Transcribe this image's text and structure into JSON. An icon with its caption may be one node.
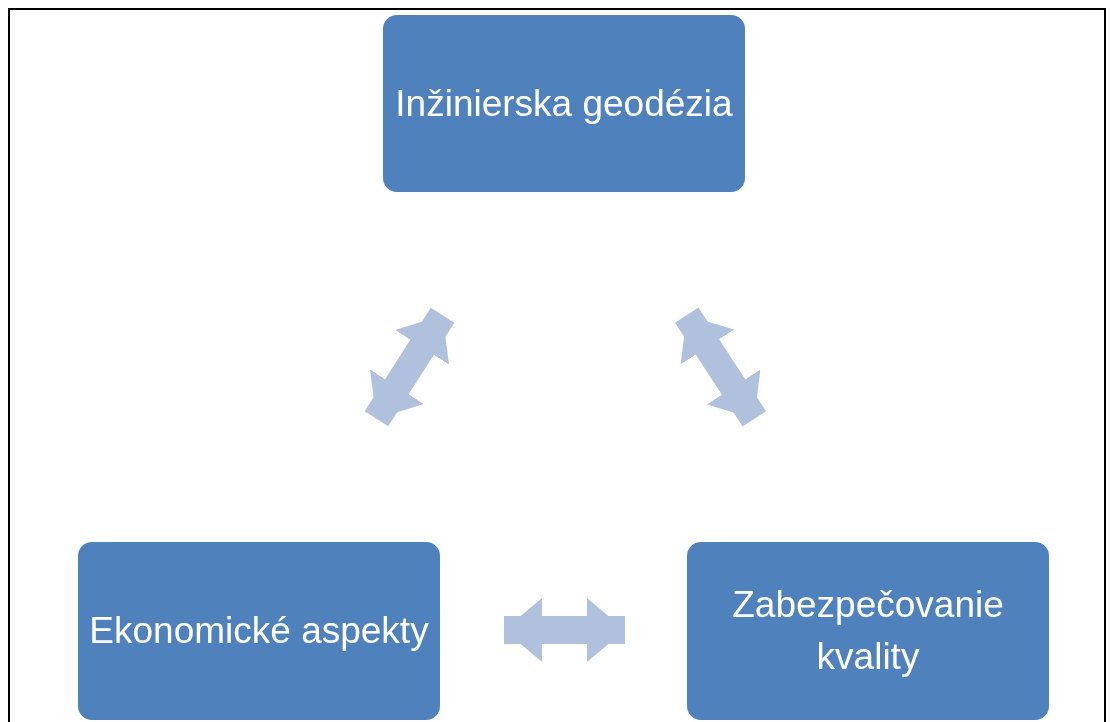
{
  "diagram": {
    "nodes": [
      {
        "text": [
          "Inžinierska geodézia"
        ]
      },
      {
        "text": [
          "Ekonomické aspekty"
        ]
      },
      {
        "text": [
          "Zabezpečovanie kvality"
        ]
      }
    ],
    "edges": [
      {
        "from": 0,
        "to": 1,
        "arrow": "both"
      },
      {
        "from": 0,
        "to": 2,
        "arrow": "both"
      },
      {
        "from": 1,
        "to": 2,
        "arrow": "both"
      }
    ]
  }
}
